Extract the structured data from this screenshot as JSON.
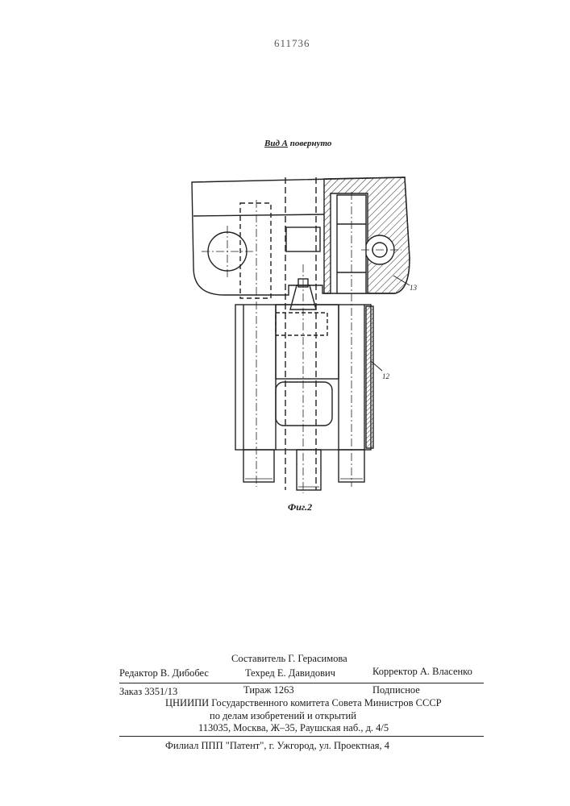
{
  "header": {
    "patent_number": "611736"
  },
  "figure": {
    "view_label_prefix": "Вид А",
    "view_label_suffix": "повернуто",
    "caption": "Фиг.2",
    "callouts": [
      "13",
      "12"
    ]
  },
  "imprint": {
    "compiler": "Составитель Г.  Герасимова",
    "editor": "Редактор  В. Дибобес",
    "tech_editor": "Техред Е. Давидович",
    "proofreader": "Корректор А. Власенко",
    "order": "Заказ 3351/13",
    "circulation": "Тираж 1263",
    "subscription": "Подписное",
    "institute_line1": "ЦНИИПИ Государственного комитета Совета Министров СССР",
    "institute_line2": "по делам изобретений и открытий",
    "address": "113035, Москва, Ж–35, Раушская наб., д. 4/5",
    "branch": "Филиал ППП \"Патент\", г. Ужгород, ул. Проектная, 4"
  }
}
